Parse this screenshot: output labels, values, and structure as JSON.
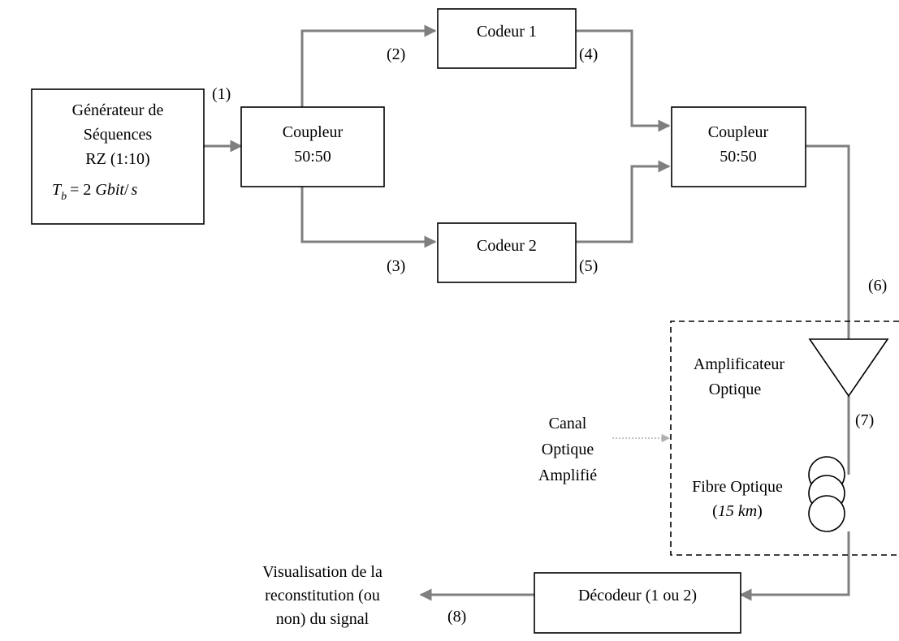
{
  "nodes": {
    "generator": {
      "line1": "Générateur de",
      "line2": "Séquences",
      "line3": "RZ (1:10)",
      "rate_var": "T",
      "rate_sub": "b",
      "rate_eq": "= 2",
      "rate_unit": "Gbit",
      "rate_slash": "/",
      "rate_s": "s"
    },
    "coupler1": {
      "line1": "Coupleur",
      "line2": "50:50"
    },
    "coder1": {
      "label": "Codeur 1"
    },
    "coder2": {
      "label": "Codeur 2"
    },
    "coupler2": {
      "line1": "Coupleur",
      "line2": "50:50"
    },
    "amplifier": {
      "line1": "Amplificateur",
      "line2": "Optique"
    },
    "fiber": {
      "line1": "Fibre Optique",
      "length": "15 km"
    },
    "channel": {
      "line1": "Canal",
      "line2": "Optique",
      "line3": "Amplifié"
    },
    "decoder": {
      "label": "Décodeur (1 ou  2)"
    },
    "output": {
      "line1": "Visualisation de la",
      "line2": "reconstitution (ou",
      "line3": "non) du signal"
    }
  },
  "points": [
    "(1)",
    "(2)",
    "(3)",
    "(4)",
    "(5)",
    "(6)",
    "(7)",
    "(8)"
  ],
  "colors": {
    "connector": "#7f7f7f",
    "channel_arrow": "#b0b0b0",
    "box_border": "#000000"
  }
}
